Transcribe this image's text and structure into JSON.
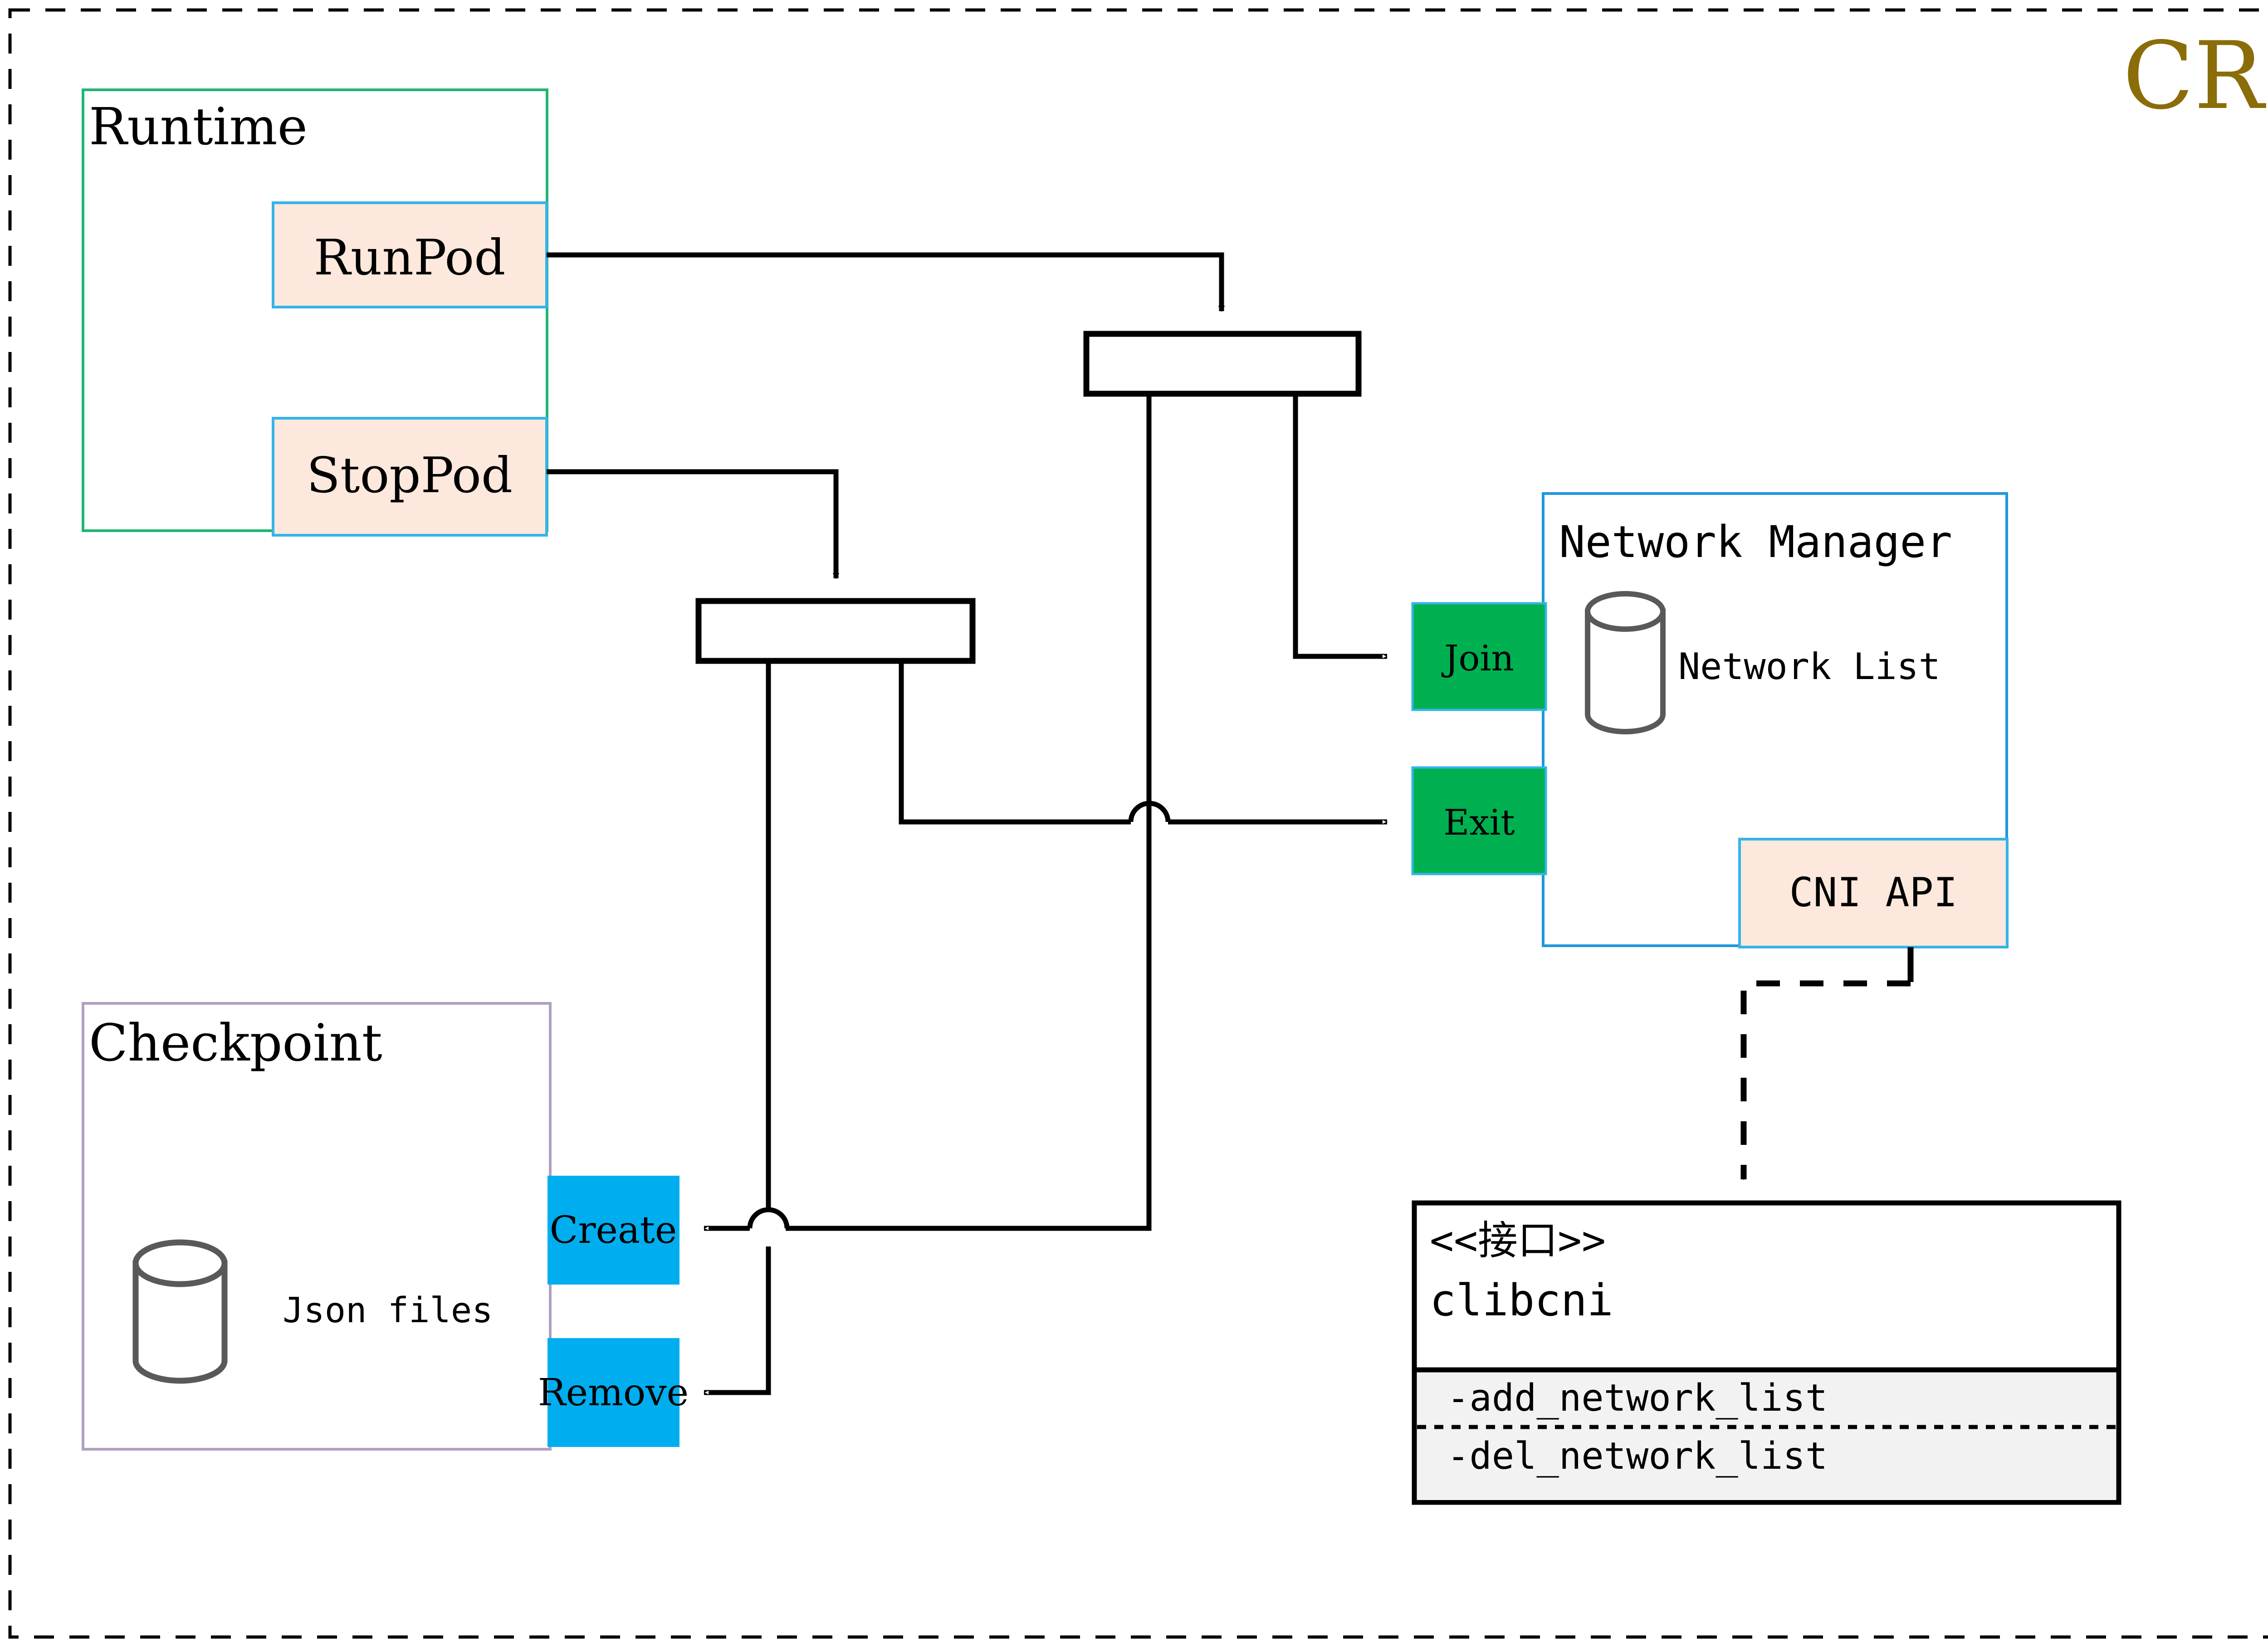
{
  "diagram": {
    "title": "CRI",
    "title_color": "#8a6d08",
    "outer_border": "dashed"
  },
  "groups": {
    "runtime": {
      "label": "Runtime",
      "border_color": "#22b573"
    },
    "checkpoint": {
      "label": "Checkpoint",
      "border_color": "#b0a0c0"
    },
    "network_manager": {
      "label": "Network Manager",
      "border_color": "#1f97de"
    }
  },
  "runtime_ops": [
    {
      "label": "RunPod",
      "fill": "#fce8dc",
      "border": "#35b4e8"
    },
    {
      "label": "StopPod",
      "fill": "#fce8dc",
      "border": "#35b4e8"
    }
  ],
  "network_ops": [
    {
      "label": "Join",
      "fill": "#00b050",
      "border": "#35b4e8"
    },
    {
      "label": "Exit",
      "fill": "#00b050",
      "border": "#35b4e8"
    }
  ],
  "checkpoint_ops": [
    {
      "label": "Create",
      "fill": "#00aeef"
    },
    {
      "label": "Remove",
      "fill": "#00aeef"
    }
  ],
  "stores": [
    {
      "id": "network-list",
      "label": "Network List"
    },
    {
      "id": "json-files",
      "label": "Json files"
    }
  ],
  "cni_api": {
    "label": "CNI API",
    "fill": "#fce8dc",
    "border": "#35b4e8"
  },
  "interface": {
    "stereotype": "<<接口>>",
    "name": "clibcni",
    "methods": [
      "-add_network_list",
      "-del_network_list"
    ],
    "methods_fill": "#f2f2f2"
  },
  "forks": [
    {
      "id": "fork-top",
      "label": ""
    },
    {
      "id": "fork-left",
      "label": ""
    }
  ]
}
